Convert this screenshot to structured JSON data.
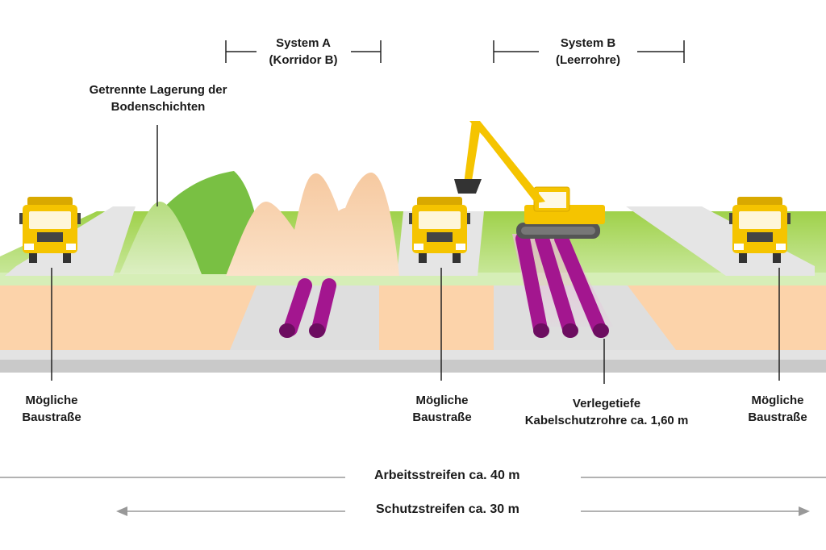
{
  "labels": {
    "system_a": {
      "line1": "System A",
      "line2": "(Korridor B)"
    },
    "system_b": {
      "line1": "System B",
      "line2": "(Leerrohre)"
    },
    "soil_storage": {
      "line1": "Getrennte Lagerung der",
      "line2": "Bodenschichten"
    },
    "road_left": {
      "line1": "Mögliche",
      "line2": "Baustraße"
    },
    "road_center": {
      "line1": "Mögliche",
      "line2": "Baustraße"
    },
    "road_right": {
      "line1": "Mögliche",
      "line2": "Baustraße"
    },
    "depth": {
      "line1": "Verlegetiefe",
      "line2": "Kabelschutzrohre ca. 1,60 m"
    },
    "working_strip": "Arbeitsstreifen ca. 40 m",
    "protection_strip": "Schutzstreifen ca. 30 m"
  },
  "colors": {
    "grass": "#8cc63f",
    "grass_light": "#c8e6a0",
    "soil": "#fcd2a8",
    "topsoil_pile": "#c5e39a",
    "subsoil_pile": "#f9d3b0",
    "pipe": "#a0168c",
    "truck": "#f5c400",
    "road": "#dcdcdc"
  }
}
